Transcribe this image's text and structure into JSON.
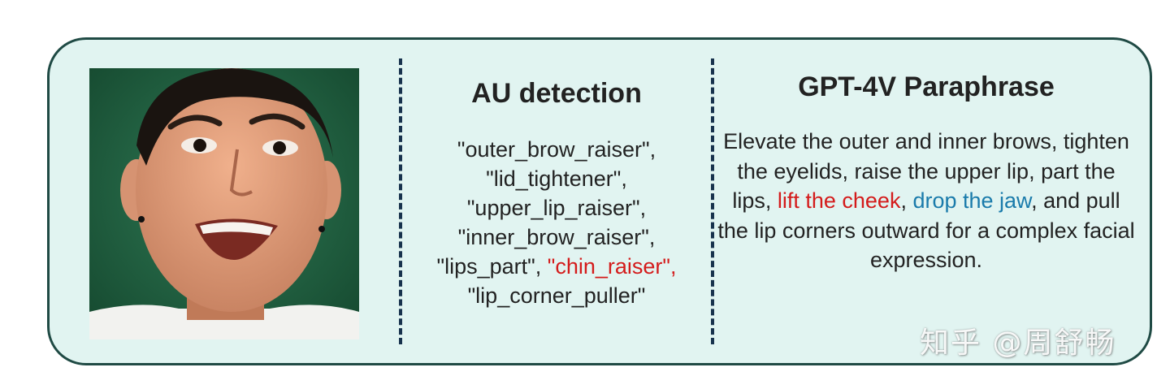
{
  "au_panel": {
    "title": "AU detection",
    "lines": [
      "\"outer_brow_raiser\",",
      "\"lid_tightener\",",
      "\"upper_lip_raiser\",",
      "\"inner_brow_raiser\","
    ],
    "line5_prefix": "\"lips_part\", ",
    "line5_highlight": "\"chin_raiser\",",
    "line6": "\"lip_corner_puller\""
  },
  "gpt_panel": {
    "title": "GPT-4V Paraphrase",
    "text_before": "Elevate the outer and inner brows, tighten the eyelids, raise the upper lip, part the lips, ",
    "highlight_red": "lift the cheek",
    "separator": ", ",
    "highlight_blue": "drop the jaw",
    "text_after": ", and pull the lip corners outward for a complex facial expression."
  },
  "watermark": "知乎 @周舒畅",
  "colors": {
    "card_background": "#e1f4f1",
    "card_border": "#1f4a44",
    "divider": "#17324d",
    "highlight_red": "#d41b1b",
    "highlight_blue": "#1a7bab"
  }
}
